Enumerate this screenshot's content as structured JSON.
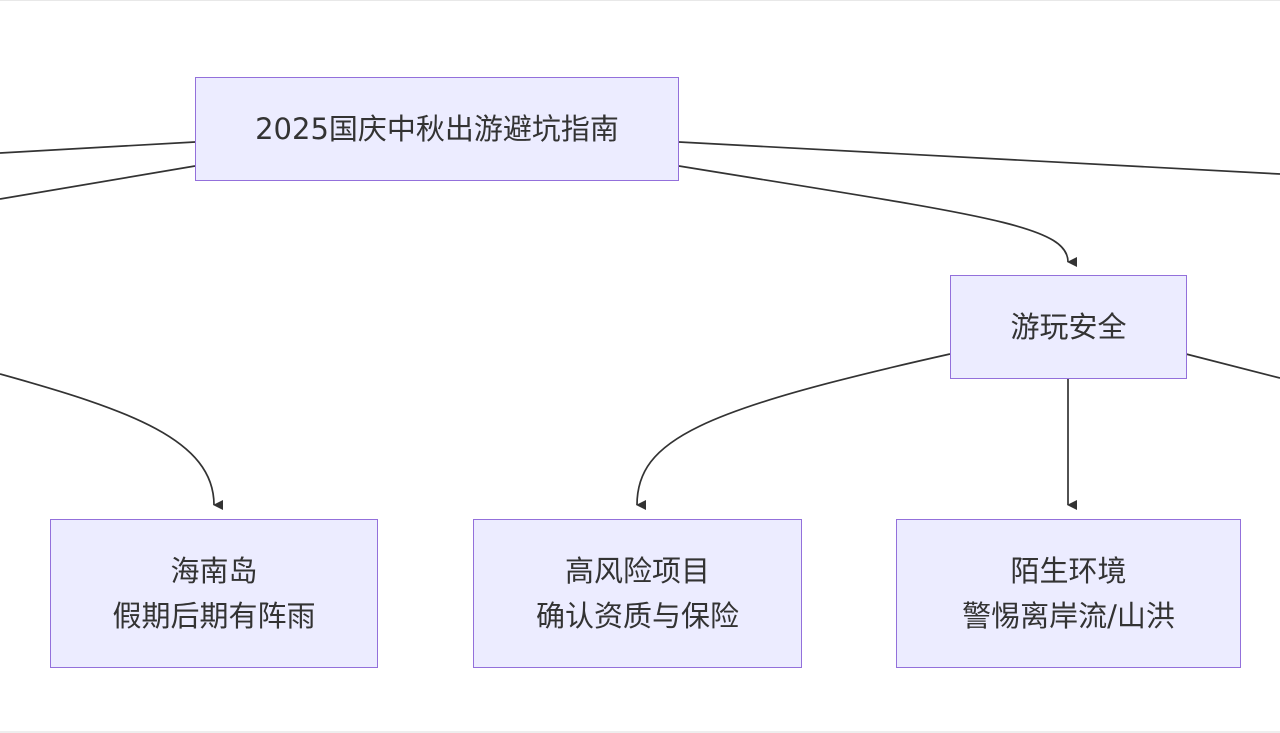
{
  "diagram": {
    "type": "flowchart",
    "colors": {
      "node_fill": "#ececff",
      "node_border": "#9370db",
      "edge": "#333333",
      "text": "#333333"
    },
    "nodes": {
      "root": {
        "lines": [
          "2025国庆中秋出游避坑指南"
        ]
      },
      "safety": {
        "lines": [
          "游玩安全"
        ]
      },
      "hainan": {
        "lines": [
          "海南岛",
          "假期后期有阵雨"
        ]
      },
      "high_risk": {
        "lines": [
          "高风险项目",
          "确认资质与保险"
        ]
      },
      "unfamiliar": {
        "lines": [
          "陌生环境",
          "警惕离岸流/山洪"
        ]
      }
    },
    "edges": [
      {
        "from": "root",
        "to": "safety"
      },
      {
        "from": "safety",
        "to": "high_risk"
      },
      {
        "from": "safety",
        "to": "unfamiliar"
      },
      {
        "from": "(offscreen-left)",
        "to": "hainan"
      }
    ]
  }
}
